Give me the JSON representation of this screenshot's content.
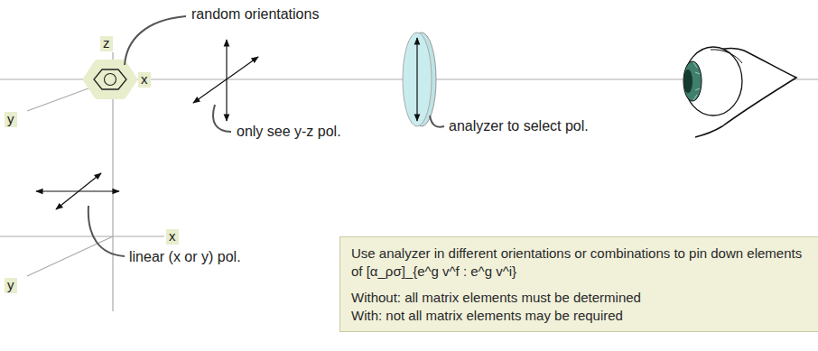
{
  "diagram": {
    "nodes": [
      {
        "text": [
          "Use analyzer in different orientations or combinations to pin down elements of [α_ρσ]_{e^g v^f : e^g v^i}",
          "Without: all matrix elements must be determined",
          "With: not all matrix elements may be required"
        ]
      }
    ],
    "labels": [
      "random orientations",
      "z",
      "x",
      "y",
      "only see y-z pol.",
      "analyzer to select pol.",
      "x",
      "y",
      "linear (x or y) pol."
    ]
  }
}
